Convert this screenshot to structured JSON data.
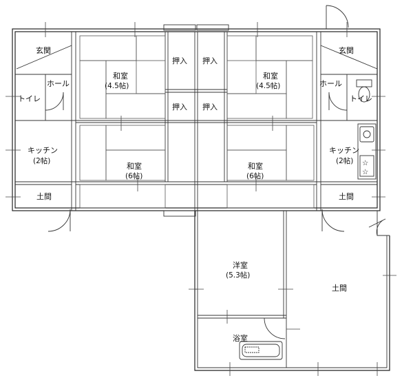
{
  "rooms": {
    "genkan_left": "玄関",
    "genkan_right": "玄関",
    "hall_left": "ホール",
    "hall_right": "ホール",
    "toilet_left": "トイレ",
    "toilet_right": "トイレ",
    "kitchen_left": "キッチン",
    "kitchen_left_size": "(2帖)",
    "kitchen_right": "キッチン",
    "kitchen_right_size": "(2帖)",
    "doma_left": "土間",
    "doma_right": "土間",
    "doma_large": "土間",
    "washitsu_ul": "和室",
    "washitsu_ul_size": "(4.5帖)",
    "washitsu_ur": "和室",
    "washitsu_ur_size": "(4.5帖)",
    "washitsu_ll": "和室",
    "washitsu_ll_size": "(6帖)",
    "washitsu_lr": "和室",
    "washitsu_lr_size": "(6帖)",
    "oshiire_1": "押入",
    "oshiire_2": "押入",
    "oshiire_3": "押入",
    "oshiire_4": "押入",
    "youshitsu": "洋室",
    "youshitsu_size": "(5.3帖)",
    "yokushitsu": "浴室"
  }
}
